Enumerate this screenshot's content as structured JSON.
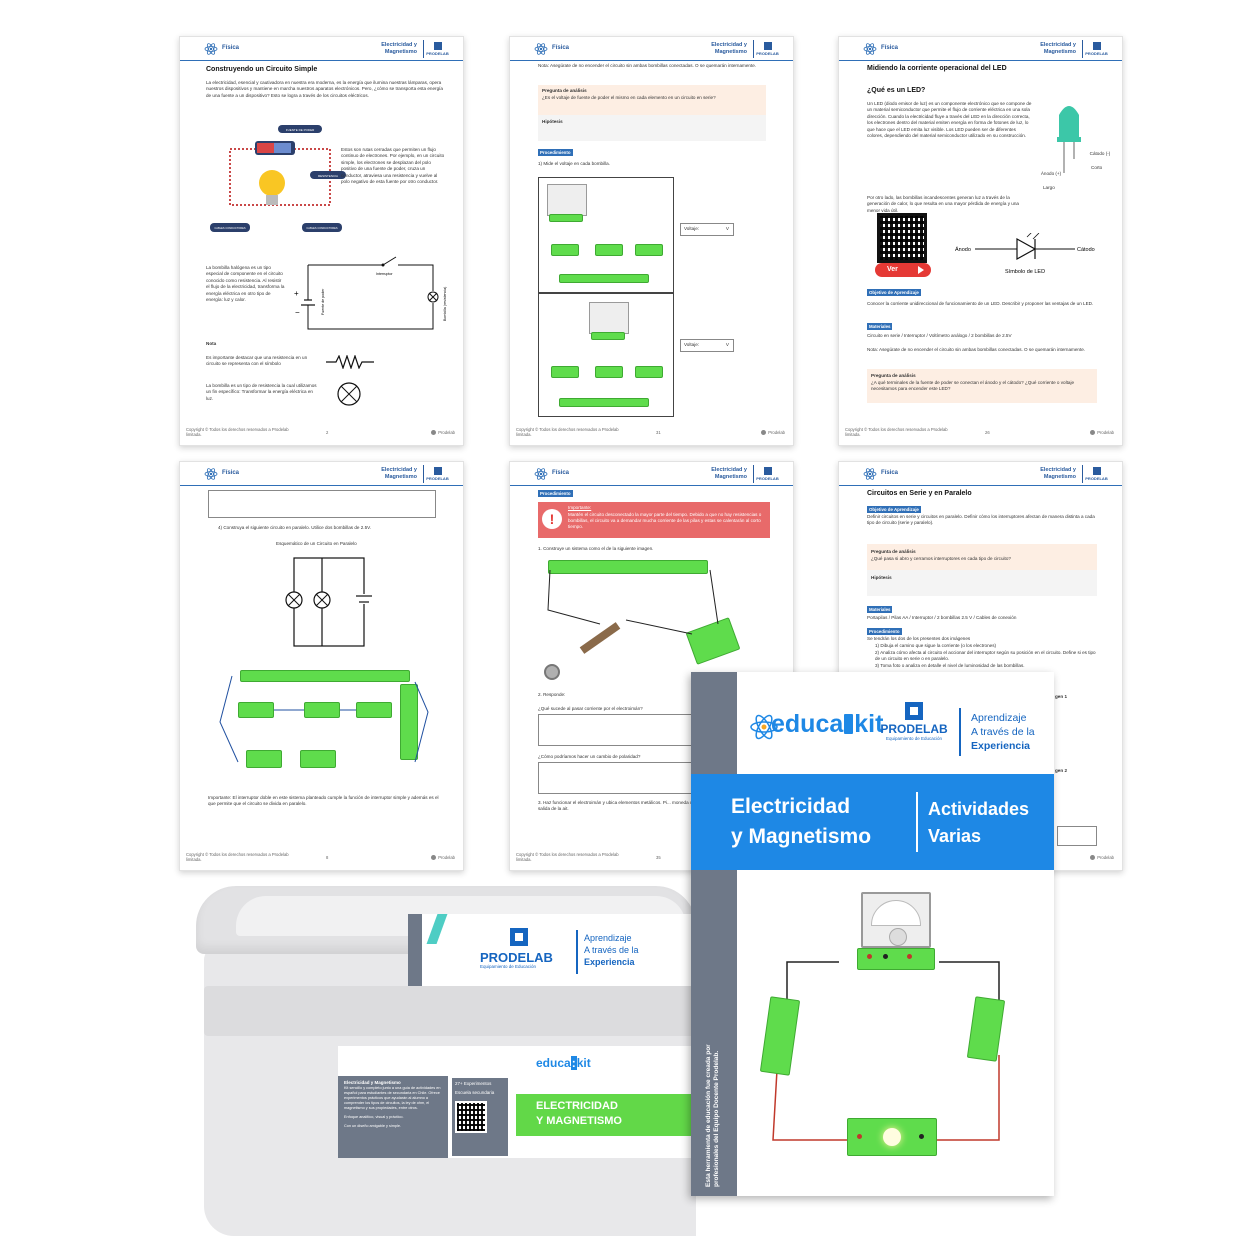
{
  "header": {
    "section": "Física",
    "subject": "Electricidad y Magnetismo",
    "brand_small": "PRODELAB"
  },
  "footer": {
    "copyright": "Copyright © Todos los derechos reservados a Prodelab limitada.",
    "brand": "Prodelab"
  },
  "page1": {
    "page_number": "2",
    "title": "Construyendo un Circuito Simple",
    "intro": "La electricidad, esencial y cautivadora en nuestra era moderna, es la energía que ilumina nuestras lámparas, opera nuestros dispositivos y mantiene en marcha nuestros aparatos electrónicos. Pero, ¿cómo se transporta esta energía de una fuente a un dispositivo? Esto se logra a través de los circuitos eléctricos.",
    "diagram_labels": [
      "FUENTE DE PODER",
      "RESISTENCIA",
      "CABLES CONDUCTORES",
      "CABLES CONDUCTORES"
    ],
    "side_text": "Estos son rutas cerradas que permiten un flujo continuo de electrones. Por ejemplo, en un circuito simple, los electrones se desplazan del polo positivo de una fuente de poder, cruza un conductor, atraviesa una resistencia y vuelve al polo negativo de esta fuente por otro conductor.",
    "bulb_text": "La bombilla halógena es un tipo especial de componente en el circuito conocido como resistencia. Al resistir el flujo de la electricidad, transforma la energía eléctrica en otro tipo de energía: luz y calor.",
    "circuit_labels": [
      "Interruptor",
      "Fuente de poder",
      "Bombilla (resistencia)"
    ],
    "note_label": "Nota",
    "note1": "Es importante destacar que una resistencia en un circuito se representa con el símbolo",
    "note2": "La bombilla es un tipo de resistencia la cual utilizamos un fin específico: Transformar la energía eléctrica en luz."
  },
  "page2": {
    "page_number": "31",
    "note": "Nota: Asegúrate de no encender el circuito sin ambas bombillas conectadas. O se quemarán internamente.",
    "question_label": "Pregunta de análisis",
    "question": "¿Es el voltaje de fuente de poder el mismo en cada elemento en un circuito en serie?",
    "hypothesis": "Hipótesis",
    "procedure": "Procedimiento",
    "step": "1) Mide el voltaje en cada bombilla.",
    "field1": "Voltaje:",
    "field1_unit": "V",
    "field2": "Voltaje:",
    "field2_unit": "V"
  },
  "page3": {
    "page_number": "26",
    "title": "Midiendo la corriente operacional del LED",
    "subtitle": "¿Qué es un LED?",
    "text1": "Un LED (diodo emisor de luz) es un componente electrónico que se compone de un material semiconductor que permite el flujo de corriente eléctrica en una sola dirección. Cuando la electricidad fluye a través del LED en la dirección correcta, los electrones dentro del material emiten energía en forma de fotones de luz, lo que hace que el LED emita luz visible. Los LED pueden ser de diferentes colores, dependiendo del material semiconductor utilizado en su construcción.",
    "text2": "Por otro lado, las bombillas incandescentes generan luz a través de la generación de calor, lo que resulta en una mayor pérdida de energía y una menor vida útil.",
    "led_labels": [
      "Cátodo (-)",
      "Corto",
      "Ánodo (+)",
      "Largo"
    ],
    "symbol_anode": "Ánodo",
    "symbol_cathode": "Cátodo",
    "symbol_caption": "Símbolo de LED",
    "video_button": "Ver",
    "objective_label": "Objetivo de Aprendizaje",
    "objective": "Conocer la corriente unidireccional de funcionamiento de un LED. Describir y proponer las ventajas de un LED.",
    "materials_label": "Materiales",
    "materials": "Circuito en serie / Interruptor / Voltímetro análogo / 2 bombillas de 2.5V",
    "note": "Nota: Asegúrate de no encender el circuito sin ambas bombillas conectadas. O se quemarán internamente.",
    "question_label": "Pregunta de análisis",
    "question": "¿A qué terminales de la fuente de poder se conectan el ánodo y el cátodo? ¿Qué corriente o voltaje necesitamos para encender este LED?"
  },
  "page4": {
    "page_number": "8",
    "step": "4)   Construya el siguiente circuito en paralelo. Utilice dos bombillas de 2.5V.",
    "diagram_title": "Esquemático de un Circuito en Paralelo",
    "important": "Importante: El interruptor doble en este sistema planteado cumple la función de interruptor simple y además es el que permite que el circuito se divida en paralelo."
  },
  "page5": {
    "page_number": "35",
    "procedure": "Procedimiento",
    "warn_title": "Importante:",
    "warn_text": "Mantén el circuito desconectado la mayor parte del tiempo. Debido a que no hay resistencias o bombillas, el circuito va a demandar mucha corriente de las pilas y estas se calentarán al corto tiempo.",
    "step1": "1. Construye un sistema como el de la siguiente imagen.",
    "step2": "2. Responde:",
    "q1": "¿Qué sucede al pasar corriente por el electroimán?",
    "q2": "¿Cómo podríamos hacer un cambio de polaridad?",
    "step3": "3. Haz funcionar el electroimán y ubica elementos metálicos. Pi... moneda o uno tuerca, a los elementos en la salida de la ait."
  },
  "page6": {
    "title": "Circuitos en Serie y en Paralelo",
    "objective_label": "Objetivo de Aprendizaje",
    "objective": "Definir circuitos en serie y circuitos en paralelo. Definir cómo los interruptores afectan de manera distinta a cada tipo de circuito (serie y paralelo).",
    "question_label": "Pregunta de análisis",
    "question": "¿Qué pasa si abro y cerramos interruptores en cada tipo de circuito?",
    "hypothesis": "Hipótesis",
    "materials_label": "Materiales",
    "materials": "Portapilas / Pilas AA / Interruptor / 2 bombillas 2.5 V / Cables de conexión",
    "procedure": "Procedimiento",
    "proc_intro": "Se tendrán los dos de los presentes dos imágenes",
    "proc1": "1)   Dibuja el camino que sigue la corriente (o los electrones)",
    "proc2": "2)   Analiza cómo afecta al circuito el accionar del interruptor según su posición en el circuito. Define si es tipo de un circuito en serie o en paralelo.",
    "proc3": "3)   Toma foto o analiza en detalle el nivel de luminosidad de las bombillas.",
    "img1": "gen 1",
    "img2": "gen 2"
  },
  "cover": {
    "brand": "educa",
    "brand2": "kit",
    "prodelab": "PRODELAB",
    "prodelab_sub": "Equipamiento de Educación",
    "tagline_1": "Aprendizaje",
    "tagline_2": "A través de la",
    "tagline_3": "Experiencia",
    "title_1": "Electricidad",
    "title_2": "y Magnetismo",
    "subtitle_1": "Actividades",
    "subtitle_2": "Varias",
    "spine": "Esta herramienta de educación fue creada por profesionales del Equipo Docente Prodelab."
  },
  "box": {
    "prodelab": "PRODELAB",
    "prodelab_sub": "Equipamiento de Educación",
    "tagline_1": "Aprendizaje",
    "tagline_2": "A través de la",
    "tagline_3": "Experiencia",
    "label_title": "Electricidad y Magnetismo",
    "label_text": "Kit sencillo y completo junto a una guía de actividades en español para estudiantes de secundaria en Chile. Ofrece experimentos prácticos que ayudarán al alumno a comprender los tipos de circuitos, la ley de ohm, el magnetismo y sus propiedades, entre otros.",
    "label_bullet1": "Enfoque analítico, visual y práctico.",
    "label_bullet2": "Con un diseño amigable y simple.",
    "exp_count": "27+ Experimentos",
    "school": "Escuela secundaria",
    "brand": "educa",
    "brand2": "kit",
    "product_1": "ELECTRICIDAD",
    "product_2": "Y MAGNETISMO"
  }
}
